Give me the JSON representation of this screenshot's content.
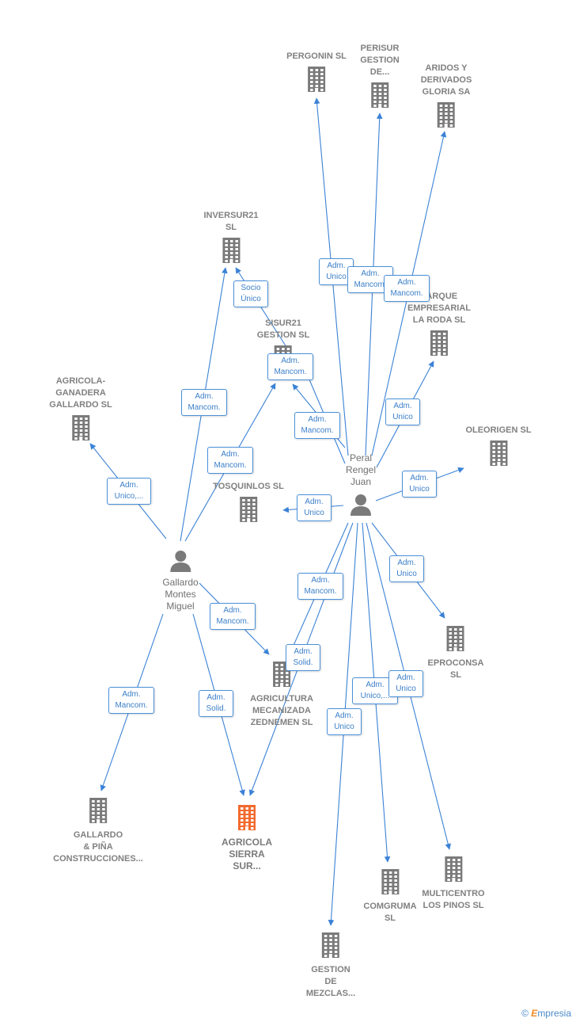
{
  "colors": {
    "edge": "#3b82d6",
    "building": "#7a7a7a",
    "highlight": "#f26a2e",
    "person": "#7a7a7a"
  },
  "companies": [
    {
      "id": "pergonin",
      "label": "PERGONIN  SL"
    },
    {
      "id": "perisur",
      "label": "PERISUR\nGESTION\nDE..."
    },
    {
      "id": "aridos",
      "label": "ARIDOS Y\nDERIVADOS\nGLORIA SA"
    },
    {
      "id": "inversur",
      "label": "INVERSUR21\nSL"
    },
    {
      "id": "parque",
      "label": "PARQUE\nEMPRESARIAL\nLA RODA  SL"
    },
    {
      "id": "sisur",
      "label": "SISUR21\nGESTION  SL"
    },
    {
      "id": "agricola_ganadera",
      "label": "AGRICOLA-\nGANADERA\nGALLARDO SL"
    },
    {
      "id": "oleorigen",
      "label": "OLEORIGEN SL"
    },
    {
      "id": "tosquinlos",
      "label": "TOSQUINLOS SL"
    },
    {
      "id": "eproconsa",
      "label": "EPROCONSA\nSL"
    },
    {
      "id": "agricultura",
      "label": "AGRICULTURA\nMECANIZADA\nZEDNEMEN  SL"
    },
    {
      "id": "gallardo_pina",
      "label": "GALLARDO\n& PIÑA\nCONSTRUCCIONES..."
    },
    {
      "id": "agricola_sierra",
      "label": "AGRICOLA\nSIERRA\nSUR...",
      "main": true
    },
    {
      "id": "comgruma",
      "label": "COMGRUMA\nSL"
    },
    {
      "id": "multicentro",
      "label": "MULTICENTRO\nLOS PINOS SL"
    },
    {
      "id": "gestion_mezclas",
      "label": "GESTION\nDE\nMEZCLAS..."
    }
  ],
  "persons": [
    {
      "id": "peral",
      "label": "Peral\nRengel\nJuan"
    },
    {
      "id": "gallardo",
      "label": "Gallardo\nMontes\nMiguel"
    }
  ],
  "edge_labels": [
    {
      "id": "e1",
      "text": "Adm.\nUnico"
    },
    {
      "id": "e2",
      "text": "Adm.\nMancom."
    },
    {
      "id": "e3",
      "text": "Adm.\nMancom."
    },
    {
      "id": "e4",
      "text": "Socio\nÚnico"
    },
    {
      "id": "e5",
      "text": "Adm.\nMancom."
    },
    {
      "id": "e6",
      "text": "Adm.\nMancom."
    },
    {
      "id": "e7",
      "text": "Adm.\nUnico"
    },
    {
      "id": "e8",
      "text": "Adm.\nMancom."
    },
    {
      "id": "e9",
      "text": "Adm.\nMancom."
    },
    {
      "id": "e10",
      "text": "Adm.\nUnico,..."
    },
    {
      "id": "e11",
      "text": "Adm.\nUnico"
    },
    {
      "id": "e12",
      "text": "Adm.\nUnico"
    },
    {
      "id": "e13",
      "text": "Adm.\nUnico"
    },
    {
      "id": "e14",
      "text": "Adm.\nMancom."
    },
    {
      "id": "e15",
      "text": "Adm.\nMancom."
    },
    {
      "id": "e16",
      "text": "Adm.\nSolid."
    },
    {
      "id": "e17",
      "text": "Adm.\nMancom."
    },
    {
      "id": "e18",
      "text": "Adm.\nSolid."
    },
    {
      "id": "e19",
      "text": "Adm.\nUnico,..."
    },
    {
      "id": "e20",
      "text": "Adm.\nUnico"
    },
    {
      "id": "e21",
      "text": "Adm.\nUnico"
    }
  ],
  "footer": {
    "copyright": "©",
    "brand_e": "E",
    "brand_rest": "mpresia"
  }
}
